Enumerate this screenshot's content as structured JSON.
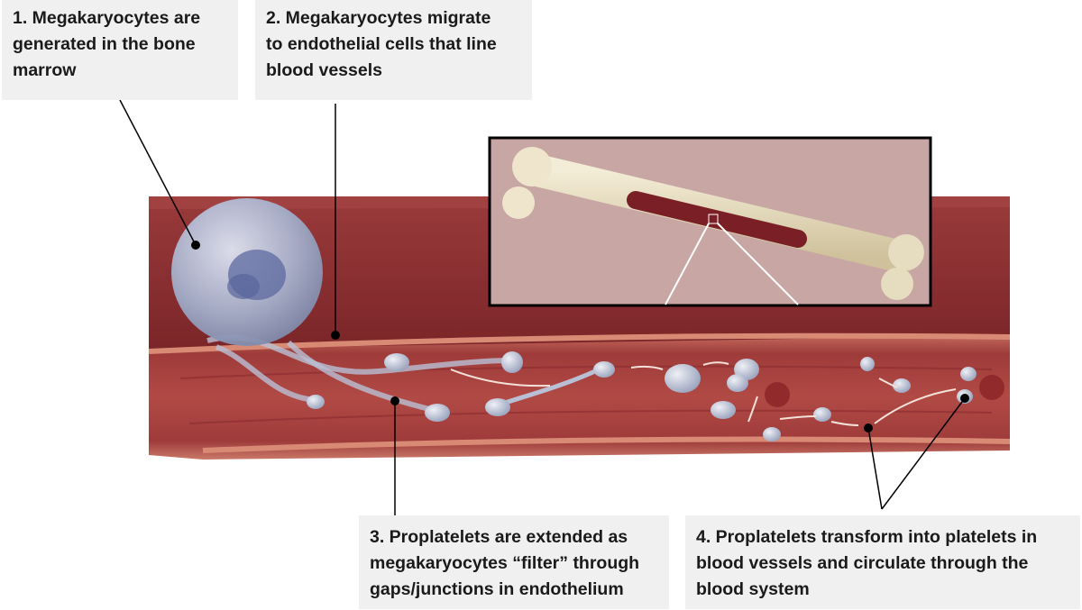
{
  "callouts": {
    "step1": "1. Megakaryocytes are\ngenerated in the bone\nmarrow",
    "step2": "2. Megakaryocytes migrate\nto endothelial cells that line\nblood vessels",
    "step3": "3. Proplatelets are extended as\nmegakaryocytes “filter” through\ngaps/junctions in endothelium",
    "step4": "4. Proplatelets transform into platelets in\nblood vessels and circulate through the\nblood system"
  },
  "colors": {
    "tissue": "#8c2f31",
    "tissue_dark": "#6e1f22",
    "vessel_wall": "#b25a4f",
    "bone": "#e6dcc0",
    "marrow": "#7a1f25",
    "inset_bg": "#c6a4a3",
    "megakaryocyte": "#a9b3cf",
    "callout_bg": "#f0f0f0"
  }
}
